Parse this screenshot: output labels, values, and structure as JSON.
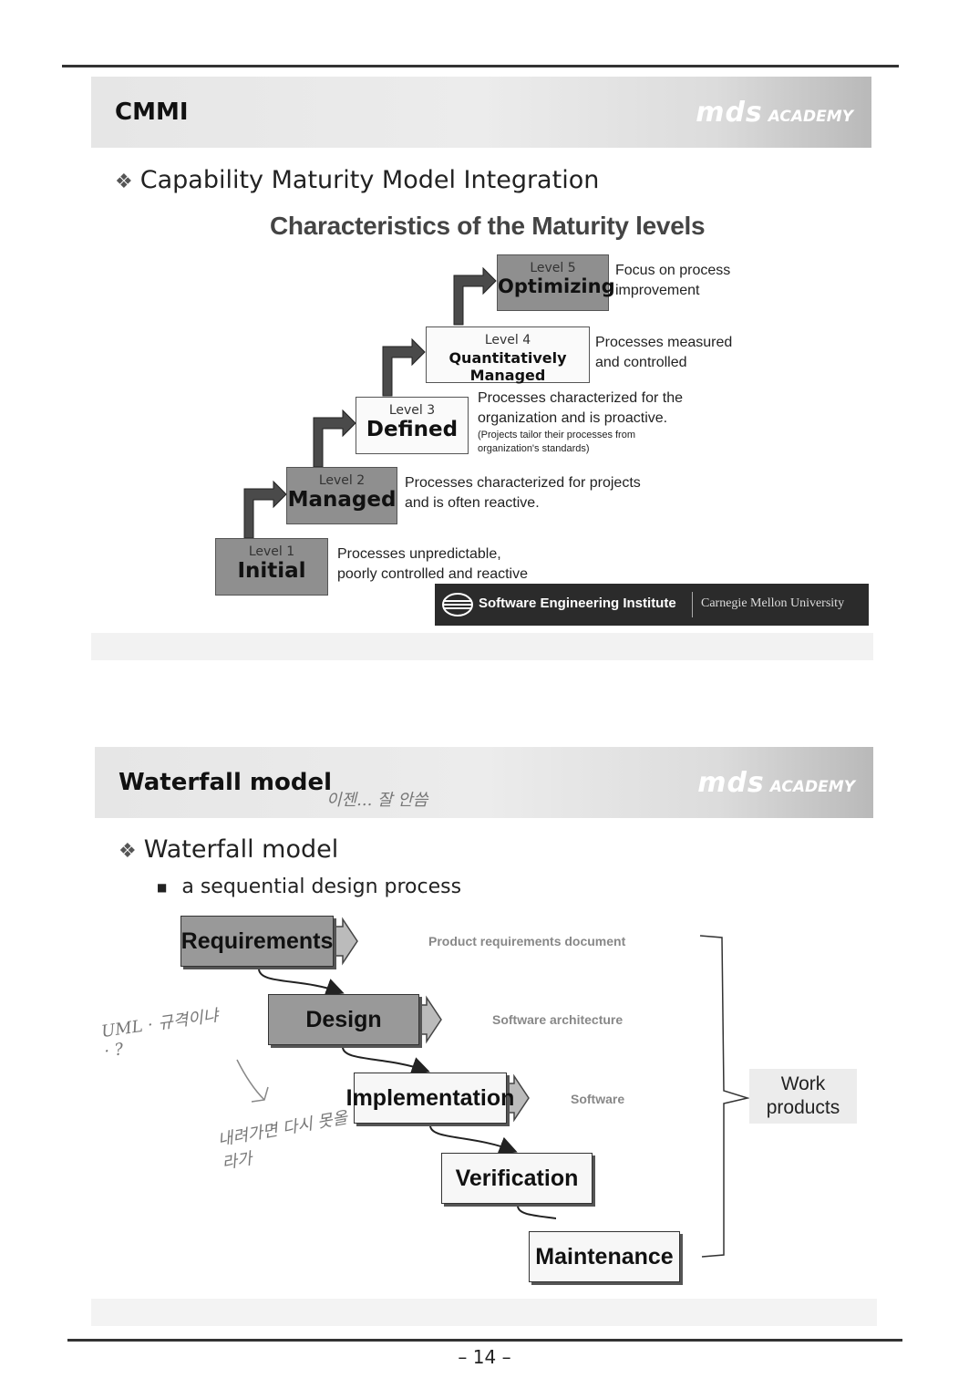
{
  "slide1": {
    "title": "CMMI",
    "logo": {
      "brand": "mds",
      "sub": "ACADEMY"
    },
    "bullet": "Capability Maturity Model Integration",
    "subtitle": "Characteristics of the Maturity levels",
    "levels": [
      {
        "level": "Level 1",
        "name": "Initial",
        "desc": "Processes unpredictable,",
        "desc2": "poorly controlled and reactive"
      },
      {
        "level": "Level 2",
        "name": "Managed",
        "desc": "Processes characterized for projects",
        "desc2": "and is often reactive."
      },
      {
        "level": "Level 3",
        "name": "Defined",
        "desc": "Processes characterized for the",
        "desc2": "organization and is proactive.",
        "note1": "(Projects tailor their processes from",
        "note2": "organization's standards)"
      },
      {
        "level": "Level 4",
        "name": "Quantitatively Managed",
        "desc": "Processes measured",
        "desc2": "and controlled"
      },
      {
        "level": "Level 5",
        "name": "Optimizing",
        "desc": "Focus on process",
        "desc2": "improvement"
      }
    ],
    "sei": {
      "left": "Software Engineering Institute",
      "right": "Carnegie Mellon University"
    }
  },
  "slide2": {
    "title": "Waterfall model",
    "handnote_title": "이젠... 잘 안씀",
    "logo": {
      "brand": "mds",
      "sub": "ACADEMY"
    },
    "bullet": "Waterfall model",
    "sub_bullet": "a sequential design process",
    "phases": [
      {
        "name": "Requirements",
        "output": "Product requirements document"
      },
      {
        "name": "Design",
        "output": "Software architecture"
      },
      {
        "name": "Implementation",
        "output": "Software"
      },
      {
        "name": "Verification",
        "output": ""
      },
      {
        "name": "Maintenance",
        "output": ""
      }
    ],
    "work_products": {
      "line1": "Work",
      "line2": "products"
    },
    "handnotes": {
      "note1": "UML · 규격이냐 · ?",
      "note2": "내려가면 다시 못올라가"
    }
  },
  "page_number": "– 14 –"
}
